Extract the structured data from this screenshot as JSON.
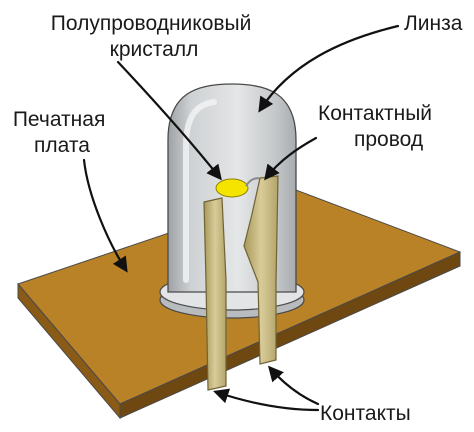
{
  "labels": {
    "crystal": [
      "Полупроводниковый",
      "кристалл"
    ],
    "lens": "Линза",
    "pcb": [
      "Печатная",
      "плата"
    ],
    "wire": [
      "Контактный",
      "провод"
    ],
    "contacts": "Контакты"
  },
  "colors": {
    "board_top": "#b98227",
    "board_front": "#8a5a17",
    "board_side": "#6f4710",
    "lens_fill": "#cfd2d4",
    "lens_shadow": "#9ea2a5",
    "lens_highlight": "#eef0f1",
    "crystal": "#f5e400",
    "lead_fill": "#cfc08a",
    "lead_shadow": "#a8985c",
    "outline": "#4a4a4a"
  }
}
